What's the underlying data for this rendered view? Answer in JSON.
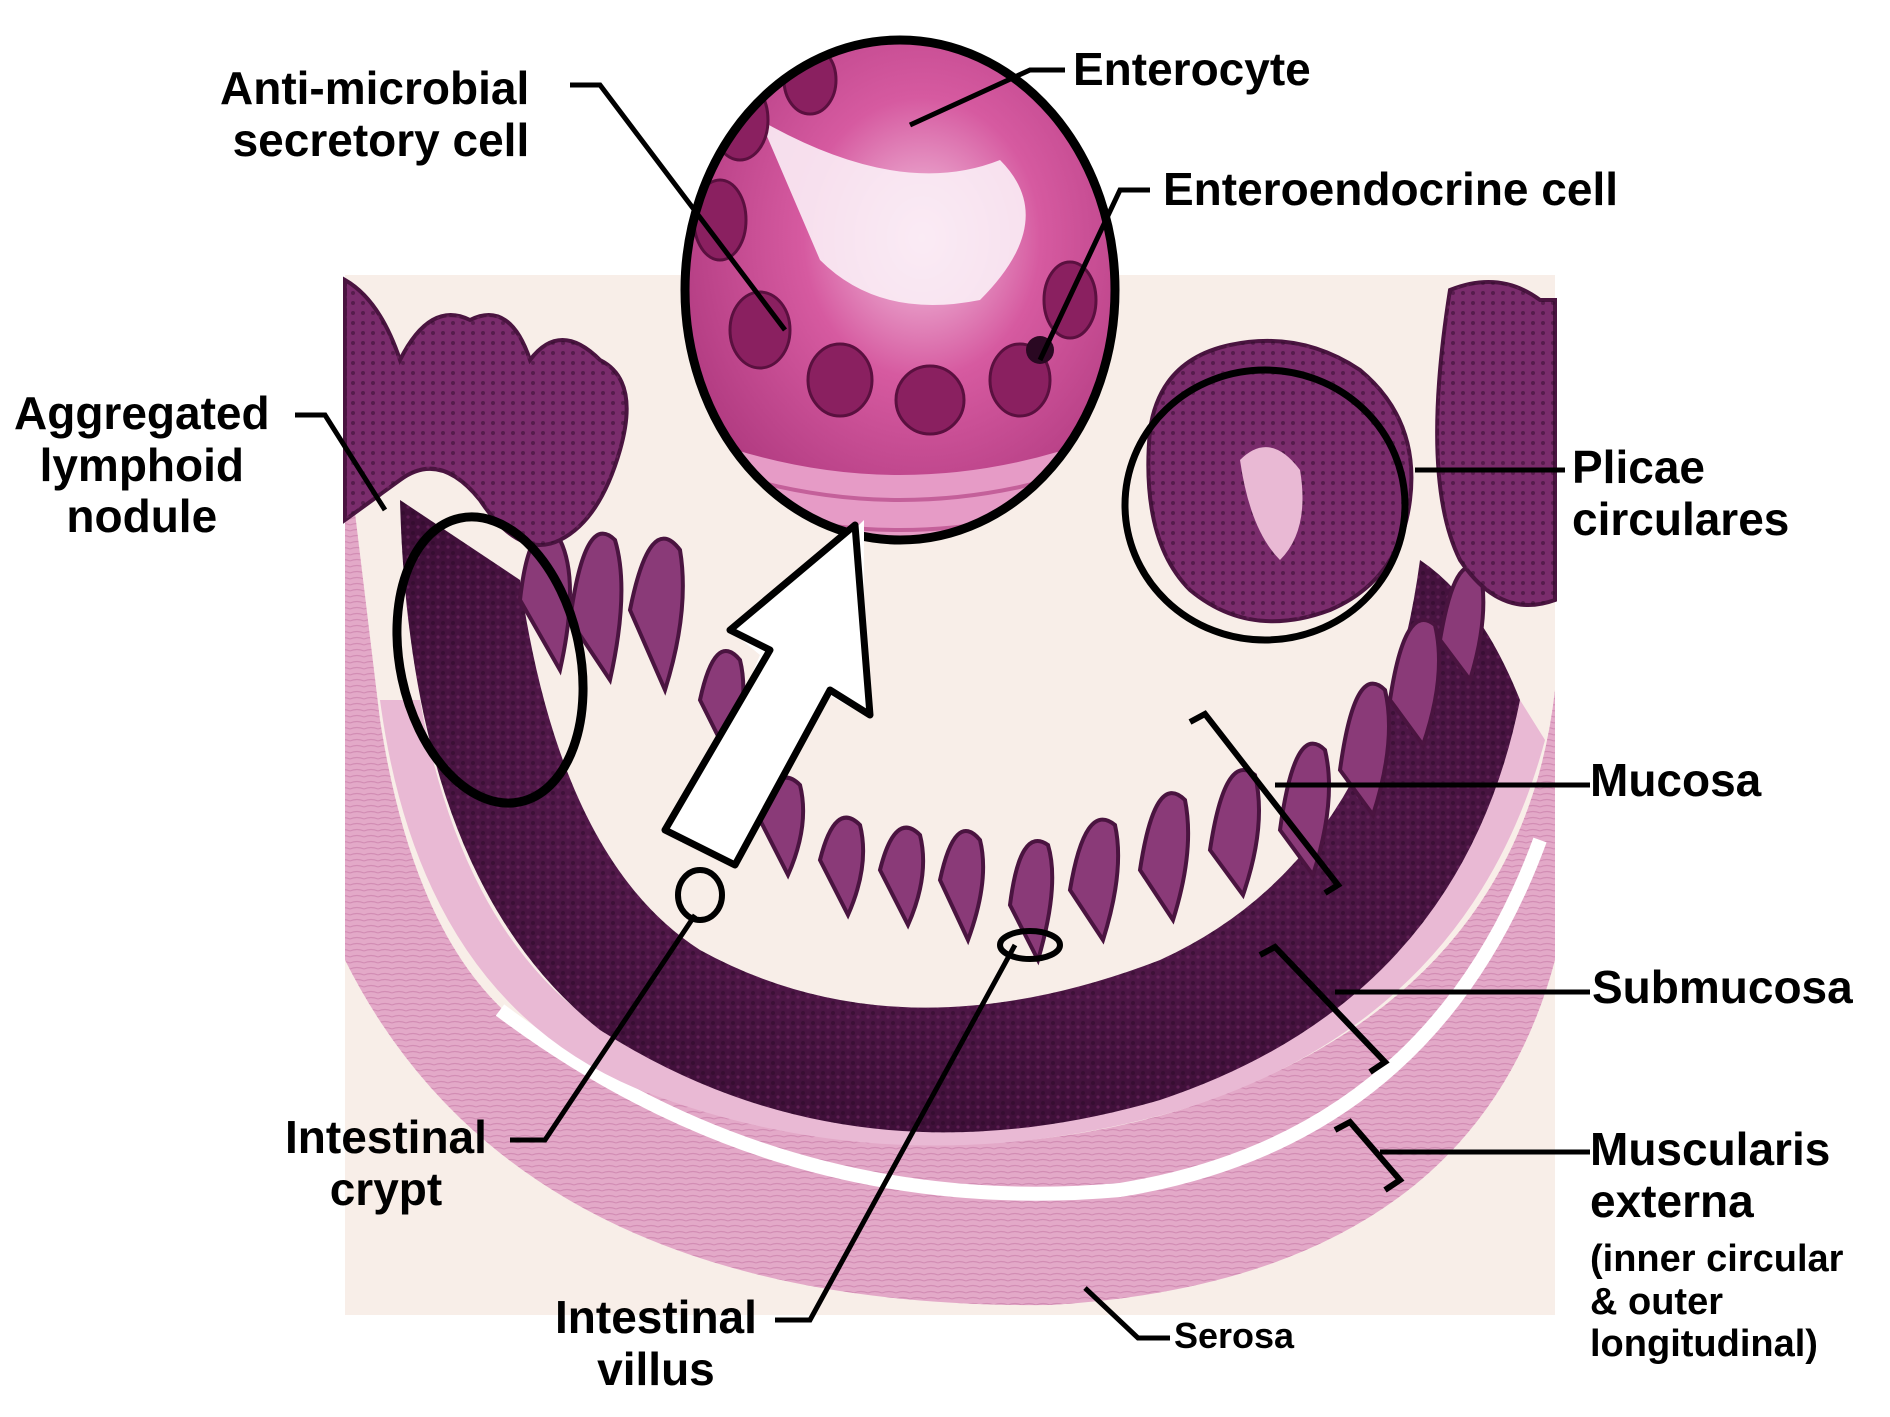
{
  "labels": {
    "antimicrobial": [
      "Anti-microbial",
      "secretory cell"
    ],
    "enterocyte": "Enterocyte",
    "enteroendocrine": "Enteroendocrine cell",
    "aggregated": [
      "Aggregated",
      "lymphoid",
      "nodule"
    ],
    "plicae": [
      "Plicae",
      "circulares"
    ],
    "mucosa": "Mucosa",
    "submucosa": "Submucosa",
    "muscularis": [
      "Muscularis",
      "externa"
    ],
    "muscularis_note": [
      "(inner circular",
      "& outer",
      "longitudinal)"
    ],
    "crypt": [
      "Intestinal",
      "crypt"
    ],
    "villus": [
      "Intestinal",
      "villus"
    ],
    "serosa": "Serosa"
  },
  "colors": {
    "tissue_dark": "#4a1440",
    "tissue_mid": "#8a3a78",
    "muscle_pink": "#e3a9c8",
    "background_cream": "#f8eee8",
    "inset_magenta": "#d65aa0"
  },
  "icons": {
    "arrow": "white-block-arrow",
    "callout": "black-ellipse-outline"
  }
}
